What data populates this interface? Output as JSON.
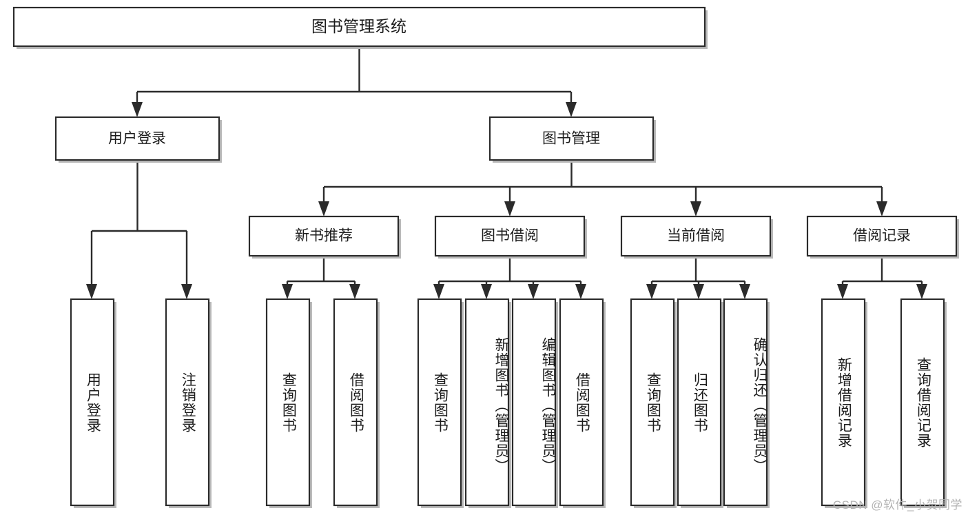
{
  "diagram": {
    "type": "tree-hierarchy-diagram",
    "title": "图书管理系统",
    "watermark": "CSDN @软件_小贺同学",
    "colors": {
      "stroke": "#2b2b2b",
      "fill": "#ffffff",
      "text": "#1c1c1c",
      "shadow": "#b9b9b9",
      "watermark": "#b3b3b3"
    },
    "levels": {
      "root": {
        "label": "图书管理系统"
      },
      "level2": [
        {
          "label": "用户登录"
        },
        {
          "label": "图书管理"
        }
      ],
      "level3": [
        {
          "label": "新书推荐"
        },
        {
          "label": "图书借阅"
        },
        {
          "label": "当前借阅"
        },
        {
          "label": "借阅记录"
        }
      ],
      "leaves_user_login": [
        {
          "label": "用户登录"
        },
        {
          "label": "注销登录"
        }
      ],
      "leaves_new_book": [
        {
          "label": "查询图书"
        },
        {
          "label": "借阅图书"
        }
      ],
      "leaves_borrow": [
        {
          "label": "查询图书"
        },
        {
          "label": "新增图书（管理员）"
        },
        {
          "label": "编辑图书（管理员）"
        },
        {
          "label": "借阅图书"
        }
      ],
      "leaves_current": [
        {
          "label": "查询图书"
        },
        {
          "label": "归还图书"
        },
        {
          "label": "确认归还（管理员）"
        }
      ],
      "leaves_records": [
        {
          "label": "新增借阅记录"
        },
        {
          "label": "查询借阅记录"
        }
      ]
    }
  }
}
